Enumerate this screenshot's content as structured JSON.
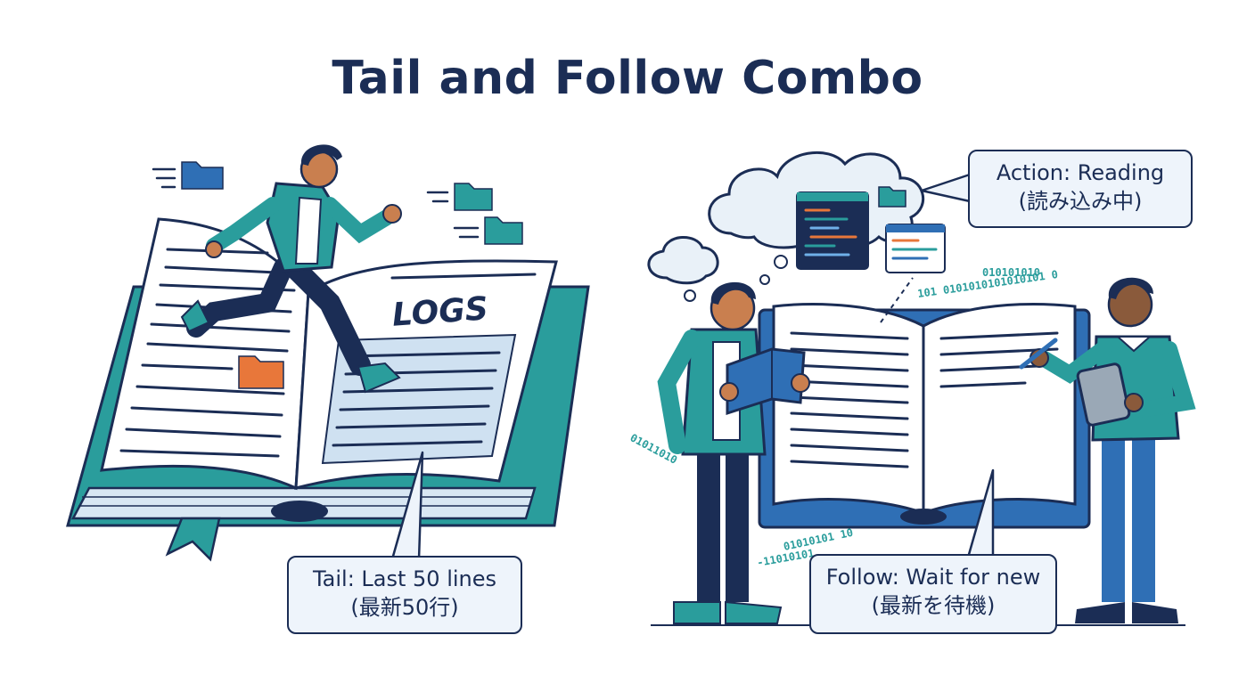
{
  "title": "Tail and Follow Combo",
  "left": {
    "book_label": "LOGS",
    "callout_line1": "Tail: Last 50 lines",
    "callout_line2": "(最新50行)"
  },
  "right": {
    "action_line1": "Action: Reading",
    "action_line2": "(読み込み中)",
    "follow_line1": "Follow: Wait for new",
    "follow_line2": "(最新を待機)"
  },
  "binary": {
    "b1": "010101010",
    "b2": "101 0101010101010101 0",
    "b3": "01011010",
    "b4": "01010101 10",
    "b5": "-11010101"
  },
  "colors": {
    "navy": "#1b2d55",
    "teal": "#2a9d9c",
    "blue": "#2f6fb5",
    "light": "#e9f1f8",
    "orange": "#e8773a"
  }
}
